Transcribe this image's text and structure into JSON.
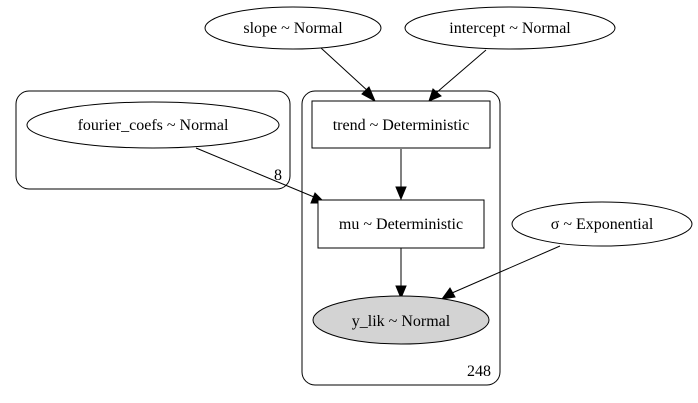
{
  "plates": {
    "fourier": {
      "label": "8"
    },
    "observations": {
      "label": "248"
    }
  },
  "nodes": {
    "slope": {
      "label": "slope ~ Normal",
      "shape": "ellipse"
    },
    "intercept": {
      "label": "intercept ~ Normal",
      "shape": "ellipse"
    },
    "fourier_coefs": {
      "label": "fourier_coefs ~ Normal",
      "shape": "ellipse"
    },
    "trend": {
      "label": "trend ~ Deterministic",
      "shape": "box"
    },
    "mu": {
      "label": "mu ~ Deterministic",
      "shape": "box"
    },
    "sigma": {
      "label": "σ ~ Exponential",
      "shape": "ellipse"
    },
    "y_lik": {
      "label": "y_lik ~ Normal",
      "shape": "ellipse",
      "observed": true,
      "fill": "#d3d3d3"
    }
  },
  "edges": [
    {
      "from": "slope",
      "to": "trend"
    },
    {
      "from": "intercept",
      "to": "trend"
    },
    {
      "from": "trend",
      "to": "mu"
    },
    {
      "from": "fourier_coefs",
      "to": "mu"
    },
    {
      "from": "mu",
      "to": "y_lik"
    },
    {
      "from": "sigma",
      "to": "y_lik"
    }
  ]
}
